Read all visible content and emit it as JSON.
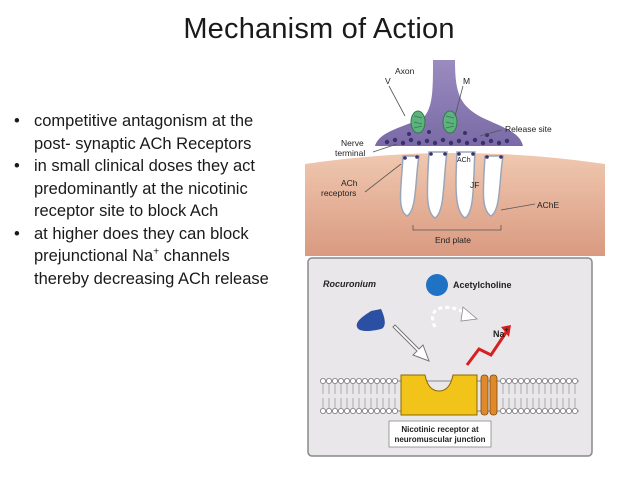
{
  "slide": {
    "title": "Mechanism of Action",
    "bullets": [
      {
        "text": "competitive antagonism at the post- synaptic ACh Receptors"
      },
      {
        "text": "in small clinical doses they act predominantly at the nicotinic receptor site to block Ach"
      },
      {
        "text": "at higher does they can block prejunctional Na",
        "sup": "+",
        "after": " channels thereby decreasing ACh release"
      }
    ]
  },
  "figure_top": {
    "labels": {
      "axon": "Axon",
      "v": "V",
      "m": "M",
      "release_site": "Release site",
      "nerve_terminal_1": "Nerve",
      "nerve_terminal_2": "terminal",
      "ach_small": "ACh",
      "ach_receptors_1": "ACh",
      "ach_receptors_2": "receptors",
      "jf": "JF",
      "ache": "AChE",
      "end_plate": "End plate"
    },
    "colors": {
      "terminal": "#8c7bb3",
      "muscle": "#e6b49a",
      "vesicle": "#4a9a6a"
    }
  },
  "figure_bottom": {
    "labels": {
      "rocuronium": "Rocuronium",
      "acetylcholine": "Acetylcholine",
      "na": "Na",
      "na_sup": "+",
      "receptor_1": "Nicotinic receptor at",
      "receptor_2": "neuromuscular junction"
    },
    "colors": {
      "background": "#e9e7ea",
      "receptor": "#f2c318",
      "channel": "#e0892a",
      "drug": "#2a4fa3",
      "ach": "#1f72c4",
      "arrow_red": "#d61f1f"
    }
  }
}
